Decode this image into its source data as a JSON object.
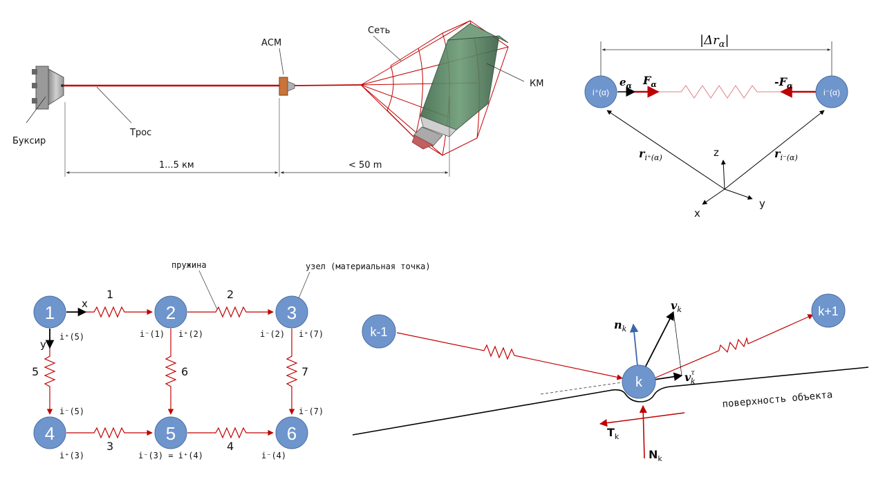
{
  "colors": {
    "node_fill": "#6f95cd",
    "node_stroke": "#4a6ea3",
    "spring": "#c00000",
    "arrow_black": "#000000",
    "normal_blue": "#3a66a8",
    "craft_green": "#4f7a5a"
  },
  "top_diagram": {
    "tug_label": "Буксир",
    "tether_label": "Трос",
    "asm_label": "АСМ",
    "net_label": "Сеть",
    "km_label": "КМ",
    "dist1": "1...5 км",
    "dist2": "< 50 m"
  },
  "spring_diagram": {
    "dr_label": "|Δr",
    "dr_sub": "α",
    "dr_close": "|",
    "node_left": "i⁺(α)",
    "node_right": "i⁻(α)",
    "e_label": "e",
    "e_sub": "α",
    "F_label": "F",
    "F_sub": "α",
    "negF_label": "-F",
    "negF_sub": "α",
    "r_plus": "r",
    "r_plus_sub": "i⁺(α)",
    "r_minus": "r",
    "r_minus_sub": "i⁻(α)",
    "axis_z": "z",
    "axis_y": "y",
    "axis_x": "x"
  },
  "grid_diagram": {
    "spring_label": "пружина",
    "node_label": "узел (материальная точка)",
    "nodes": [
      "1",
      "2",
      "3",
      "4",
      "5",
      "6"
    ],
    "springs": [
      "1",
      "2",
      "3",
      "4",
      "5",
      "6",
      "7"
    ],
    "axis_x": "x",
    "axis_y": "y",
    "idx": {
      "n1": "i⁺(5)",
      "n2a": "i⁻(1)",
      "n2b": "i⁺(2)",
      "n3a": "i⁻(2)",
      "n3b": "i⁺(7)",
      "n4a": "i⁻(5)",
      "n4b": "i⁺(3)",
      "n5": "i⁻(3) = i⁺(4)",
      "n6a": "i⁻(7)",
      "n6b": "i⁻(4)"
    }
  },
  "contact_diagram": {
    "node_prev": "k-1",
    "node_k": "k",
    "node_next": "k+1",
    "v_label": "v",
    "v_sub": "k",
    "n_label": "n",
    "n_sub": "k",
    "vt_label": "v",
    "vt_sub": "k",
    "vt_sup": "τ",
    "surface_label": "поверхность объекта",
    "T_label": "T",
    "T_sub": "k",
    "N_label": "N",
    "N_sub": "k"
  }
}
